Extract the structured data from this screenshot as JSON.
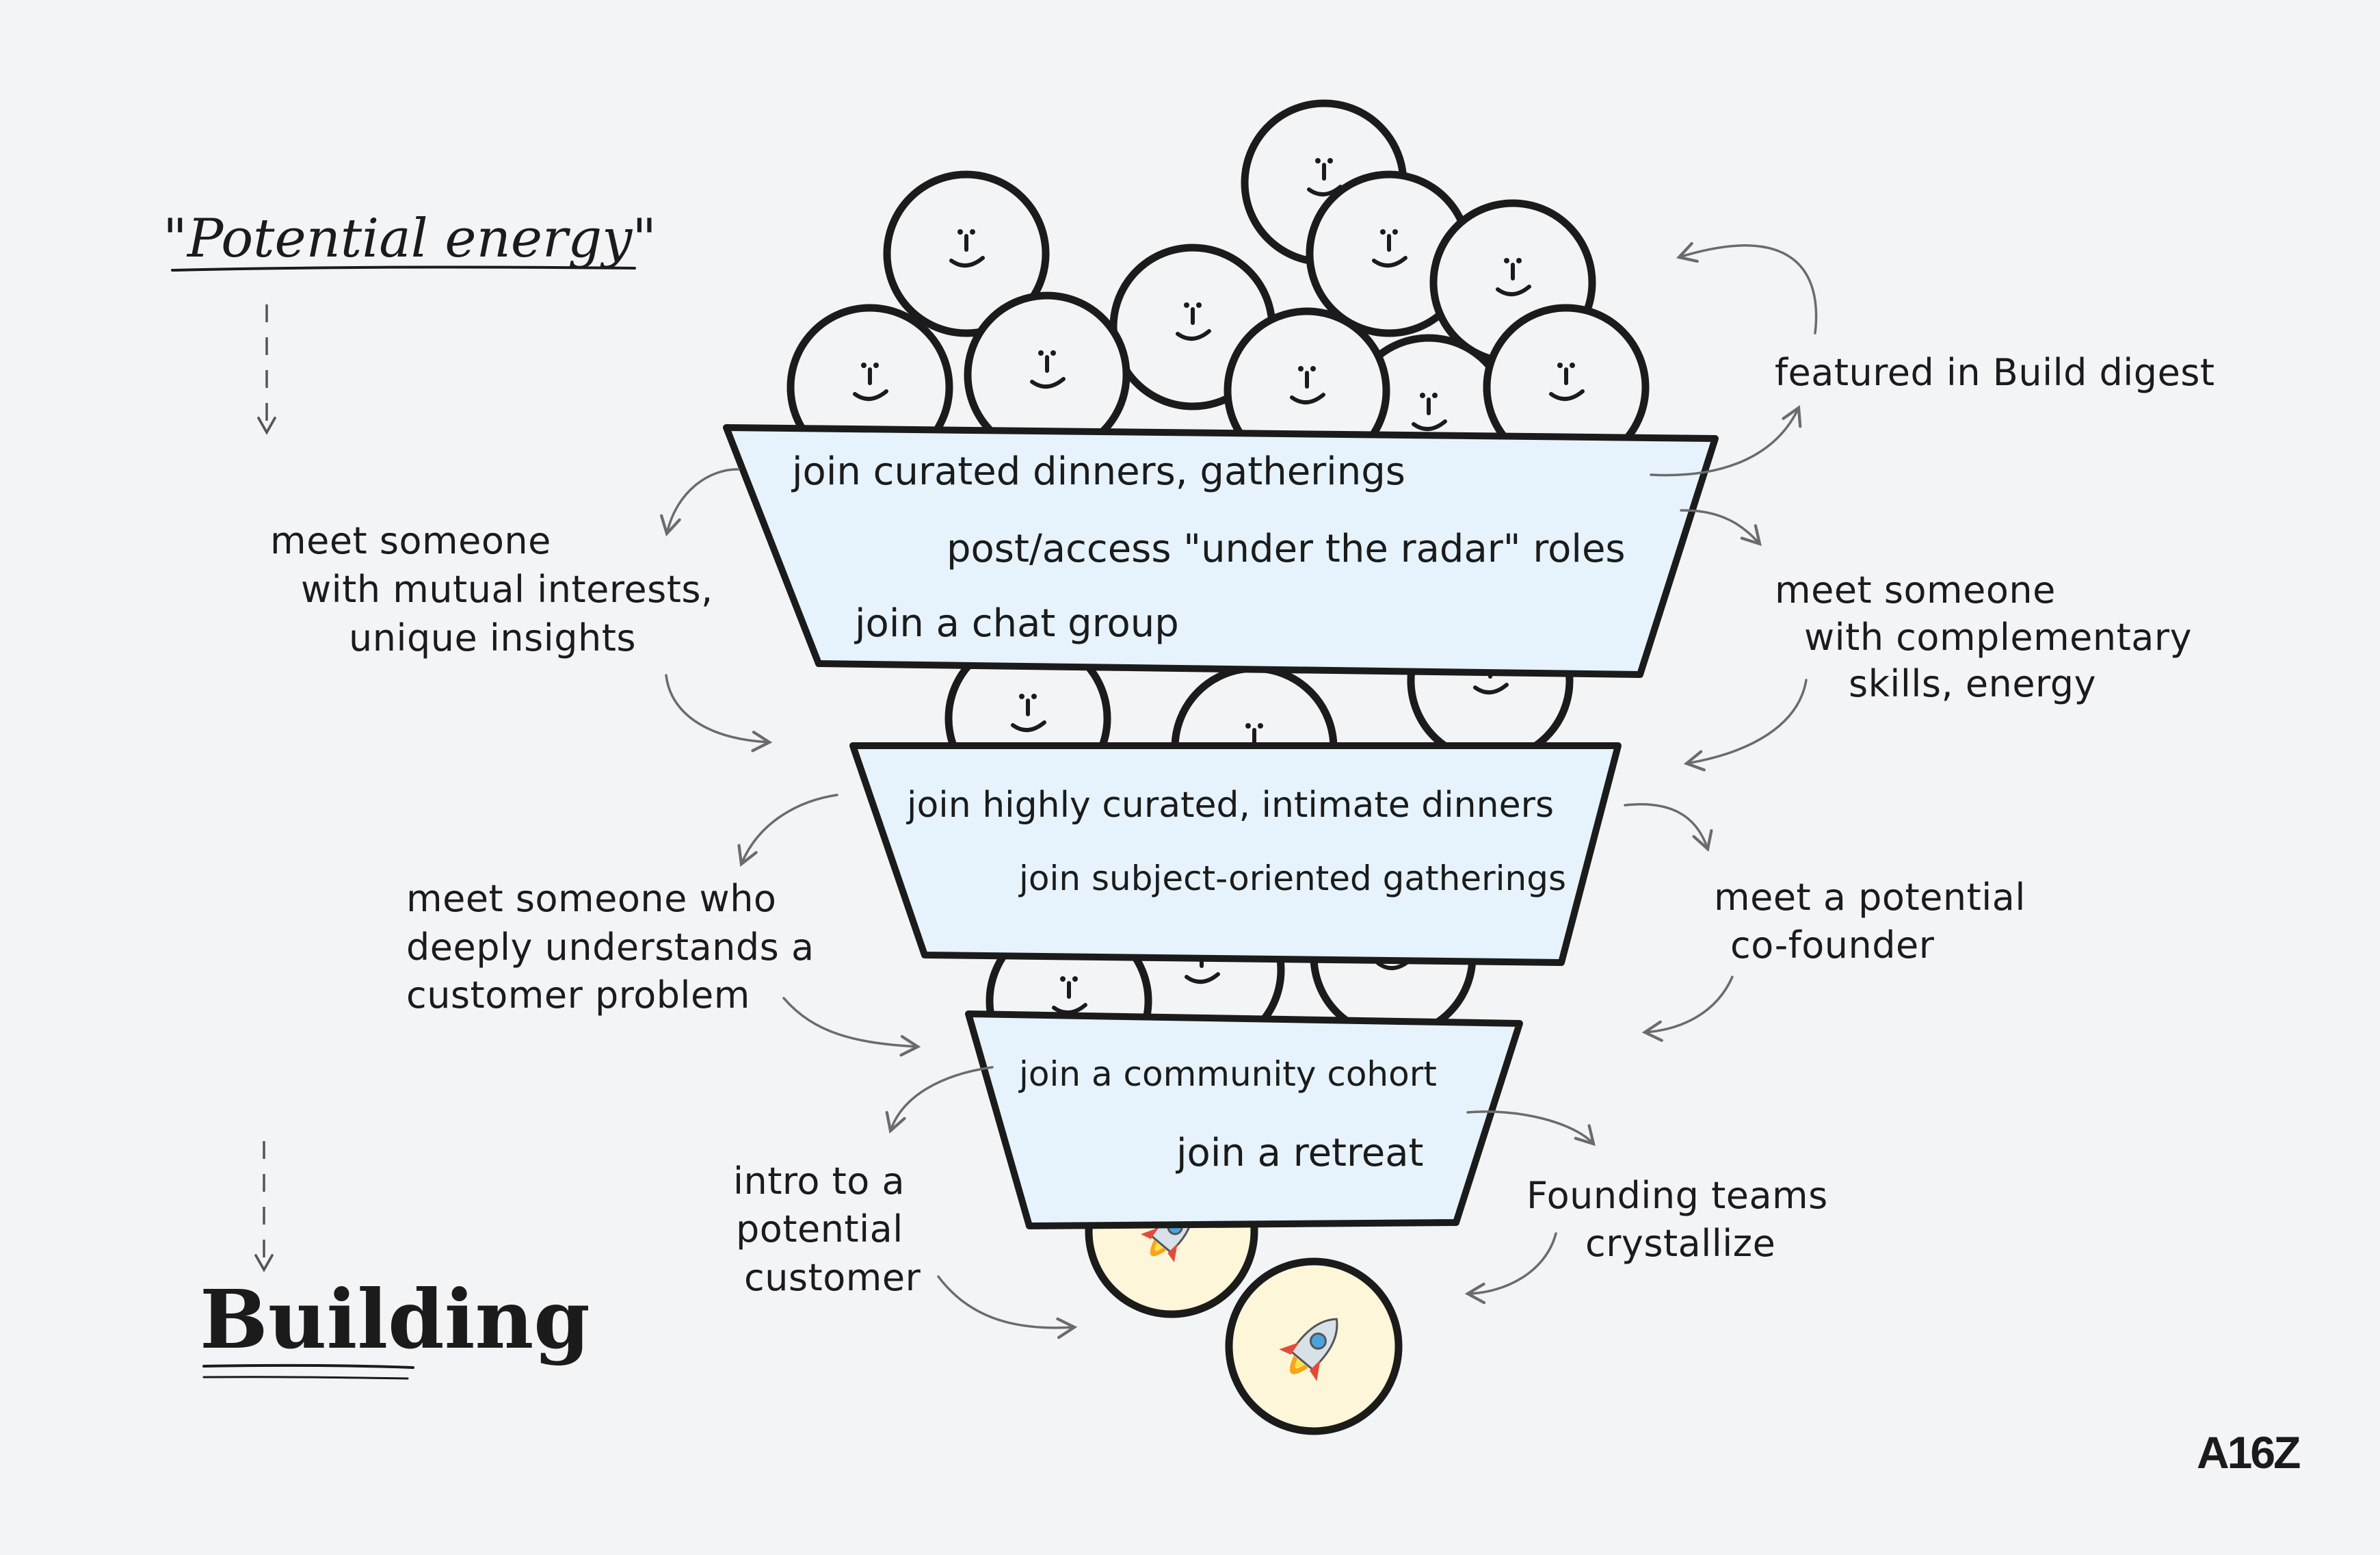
{
  "title_top": "\"Potential energy\"",
  "title_bottom": "Building",
  "logo": "A16Z",
  "funnel": {
    "stage1": [
      "join curated dinners, gatherings",
      "post/access \"under the radar\" roles",
      "join a chat group"
    ],
    "stage2": [
      "join highly curated, intimate dinners",
      "join subject-oriented gatherings"
    ],
    "stage3": [
      "join a community cohort",
      "join a retreat"
    ]
  },
  "annotations": {
    "featured": "featured in Build digest",
    "mutual": [
      "meet someone",
      "with mutual interests,",
      "unique insights"
    ],
    "complementary": [
      "meet someone",
      "with complementary",
      "skills, energy"
    ],
    "customer_problem": [
      "meet someone who",
      "deeply understands a",
      "customer problem"
    ],
    "cofounder": [
      "meet a potential",
      "co-founder"
    ],
    "intro_customer": [
      "intro to a",
      "potential",
      "customer"
    ],
    "founding": [
      "Founding teams",
      "crystallize"
    ]
  },
  "colors": {
    "background": "#f3f4f6",
    "funnel_fill": "#e6f3fc",
    "ink": "#1b1b1b",
    "rocket_circle": "#fdf6d8",
    "arrow": "#6b6b6b"
  },
  "icons": [
    "smiley-face-icon",
    "rocket-icon"
  ]
}
